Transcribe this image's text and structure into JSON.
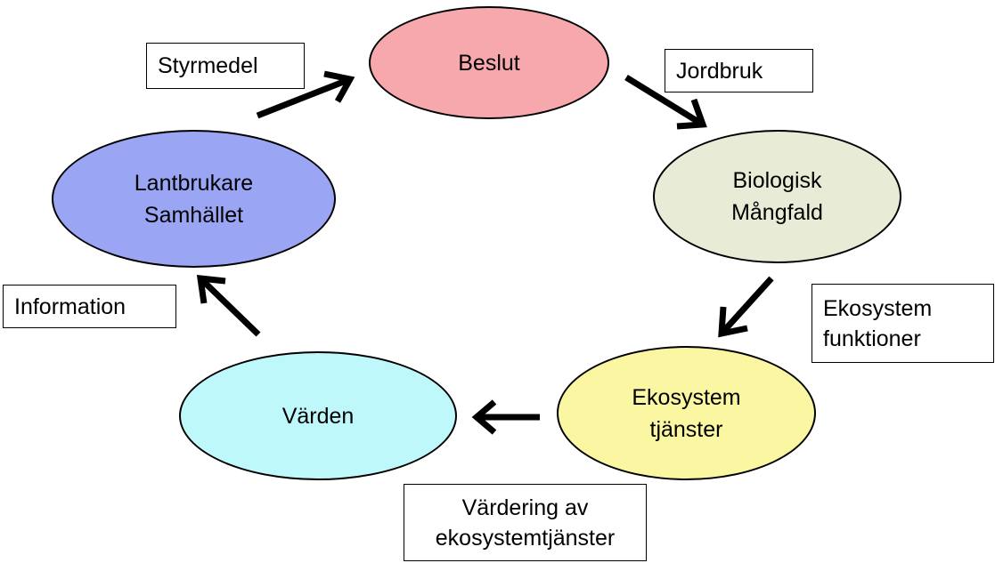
{
  "nodes": {
    "beslut": {
      "text": "Beslut",
      "color": "#f6a8ad"
    },
    "biologisk": {
      "line1": "Biologisk",
      "line2": "Mångfald",
      "color": "#e8ebd5"
    },
    "ekosystem_tjanster": {
      "line1": "Ekosystem",
      "line2": "tjänster",
      "color": "#fbf6a2"
    },
    "varden": {
      "text": "Värden",
      "color": "#bff8fb"
    },
    "lantbrukare": {
      "line1": "Lantbrukare",
      "line2": "Samhället",
      "color": "#9aa6f4"
    }
  },
  "labels": {
    "styrmedel": "Styrmedel",
    "jordbruk": "Jordbruk",
    "ekosystem_funktioner": {
      "line1": "Ekosystem",
      "line2": "funktioner"
    },
    "information": "Information",
    "vardering": {
      "line1": "Värdering av",
      "line2": "ekosystemtjänster"
    }
  }
}
